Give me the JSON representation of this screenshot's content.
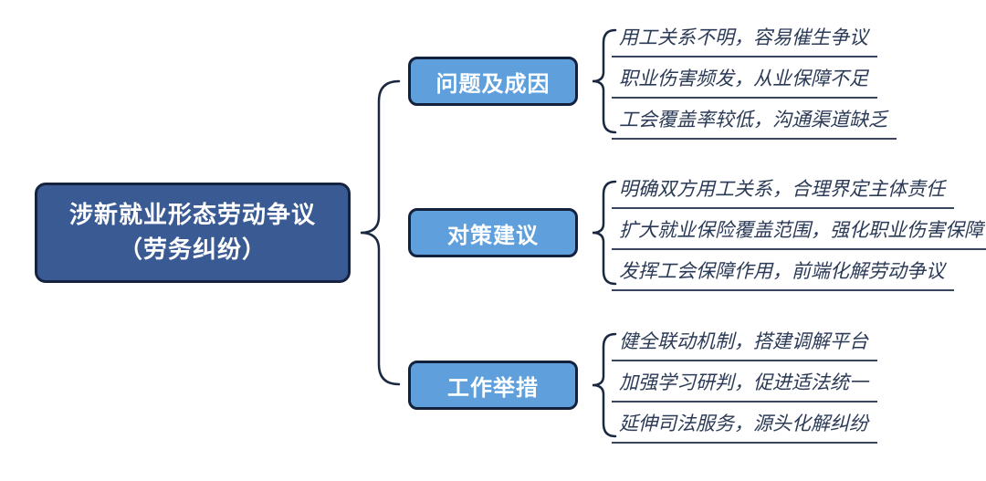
{
  "root": {
    "line1": "涉新就业形态劳动争议",
    "line2": "（劳务纠纷）"
  },
  "branches": [
    {
      "label": "问题及成因",
      "items": [
        "用工关系不明，容易催生争议",
        "职业伤害频发，从业保障不足",
        "工会覆盖率较低，沟通渠道缺乏"
      ]
    },
    {
      "label": "对策建议",
      "items": [
        "明确双方用工关系，合理界定主体责任",
        "扩大就业保险覆盖范围，强化职业伤害保障",
        "发挥工会保障作用，前端化解劳动争议"
      ]
    },
    {
      "label": "工作举措",
      "items": [
        "健全联动机制，搭建调解平台",
        "加强学习研判，促进适法统一",
        "延伸司法服务，源头化解纠纷"
      ]
    }
  ],
  "colors": {
    "root_background": "#3a5a94",
    "branch_background": "#5fa0dc",
    "node_border": "#16233e",
    "connector_line": "#1b2940",
    "leaf_text": "#2b3a56",
    "node_text": "#ffffff",
    "page_background": "#ffffff"
  }
}
